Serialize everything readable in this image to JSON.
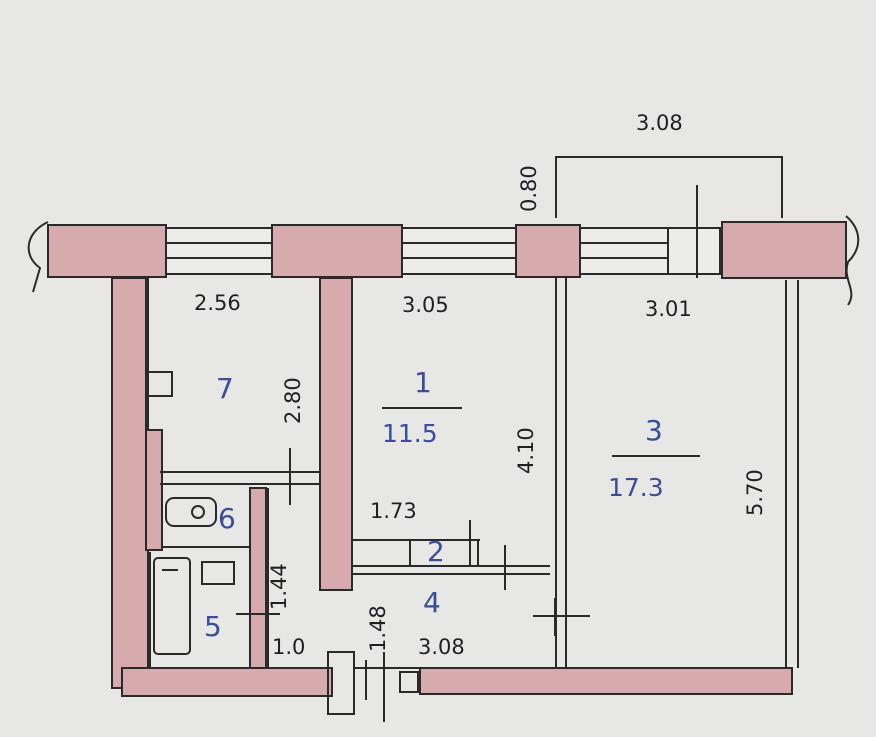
{
  "rooms": [
    {
      "number": "7",
      "area": ""
    },
    {
      "number": "1",
      "area": "11.5"
    },
    {
      "number": "3",
      "area": "17.3"
    },
    {
      "number": "6",
      "area": ""
    },
    {
      "number": "2",
      "area": ""
    },
    {
      "number": "4",
      "area": ""
    },
    {
      "number": "5",
      "area": ""
    }
  ],
  "dimensions": {
    "balcony_width": "3.08",
    "balcony_depth": "0.80",
    "room7_width": "2.56",
    "room7_length": "2.80",
    "room1_width": "3.05",
    "room1_length": "4.10",
    "room3_width": "3.01",
    "room3_length": "5.70",
    "closet_width": "1.73",
    "bath_length": "1.44",
    "bath_width": "1.0",
    "hall_width": "1.48",
    "hall_length": "3.08"
  },
  "colors": {
    "wall_fill": "#d7abad",
    "line": "#2a2a2a",
    "room_label": "#3a4d9a",
    "paper": "#e7e8e6"
  }
}
